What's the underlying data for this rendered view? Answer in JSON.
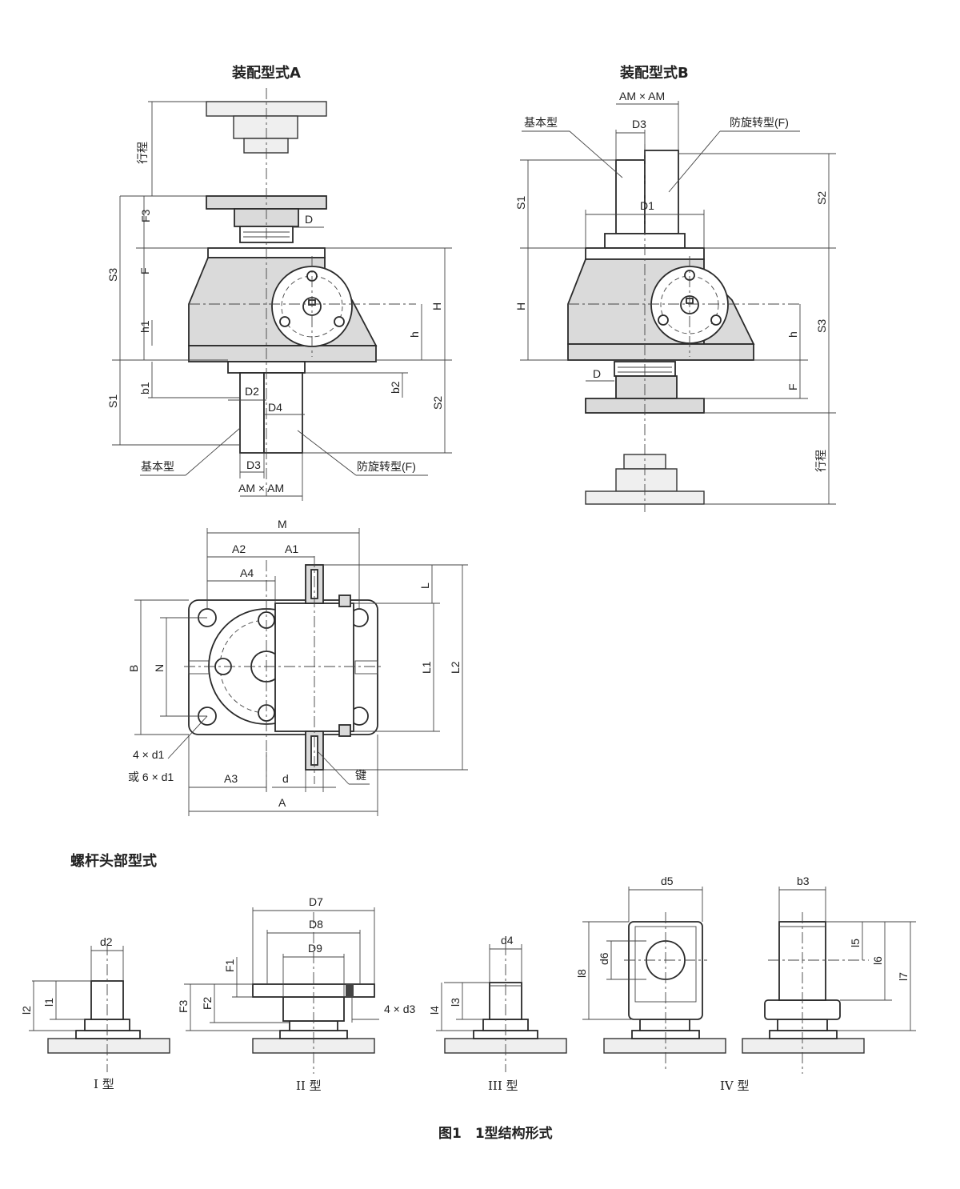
{
  "titles": {
    "assembly_a": "装配型式A",
    "assembly_b": "装配型式B",
    "screw_head_heading": "螺杆头部型式",
    "caption": "图1　1型结构形式"
  },
  "view_a": {
    "stroke": "行程",
    "F3": "F3",
    "D": "D",
    "S3": "S3",
    "F": "F",
    "H": "H",
    "h1": "h1",
    "h": "h",
    "b1": "b1",
    "b2": "b2",
    "D2": "D2",
    "D4": "D4",
    "S1": "S1",
    "S2": "S2",
    "D3": "D3",
    "basic": "基本型",
    "anti_rotation": "防旋转型(F)",
    "AMxAM": "AM × AM"
  },
  "view_b": {
    "AMxAM": "AM × AM",
    "D3": "D3",
    "basic": "基本型",
    "anti_rotation": "防旋转型(F)",
    "S1": "S1",
    "S2": "S2",
    "D1": "D1",
    "H": "H",
    "h": "h",
    "S3": "S3",
    "D": "D",
    "F": "F",
    "stroke": "行程"
  },
  "plan_view": {
    "M": "M",
    "A2": "A2",
    "A1": "A1",
    "A4": "A4",
    "L": "L",
    "B": "B",
    "N": "N",
    "L1": "L1",
    "L2": "L2",
    "holes1": "4 × d1",
    "holes2": "或 6 × d1",
    "A3": "A3",
    "d": "d",
    "A": "A",
    "key": "键"
  },
  "heads": {
    "type1": {
      "name": "I 型",
      "d2": "d2",
      "l1": "l1",
      "l2": "l2"
    },
    "type2": {
      "name": "II 型",
      "D7": "D7",
      "D8": "D8",
      "D9": "D9",
      "F1": "F1",
      "F2": "F2",
      "F3": "F3",
      "holes": "4 × d3"
    },
    "type3": {
      "name": "III 型",
      "d4": "d4",
      "l3": "l3",
      "l4": "l4"
    },
    "type4": {
      "name": "IV 型",
      "d5": "d5",
      "d6": "d6",
      "l8": "l8",
      "b3": "b3",
      "l5": "l5",
      "l6": "l6",
      "l7": "l7"
    }
  }
}
